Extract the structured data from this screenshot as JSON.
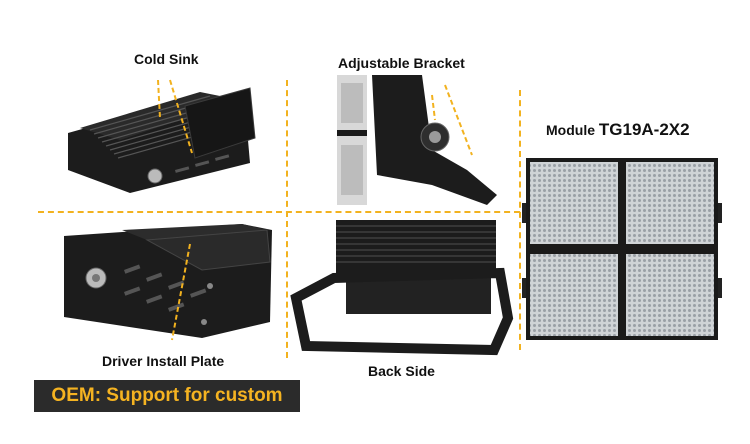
{
  "labels": {
    "cold_sink": "Cold Sink",
    "adjustable_bracket": "Adjustable Bracket",
    "driver_install_plate": "Driver Install Plate",
    "back_side": "Back Side"
  },
  "module": {
    "prefix": "Module",
    "model": "TG19A-2X2"
  },
  "banner": {
    "text": "OEM: Support for custom"
  },
  "colors": {
    "accent": "#f2b21f",
    "banner_bg": "#2b2b2b",
    "banner_text": "#f5b321",
    "housing": "#1f1f1f"
  }
}
